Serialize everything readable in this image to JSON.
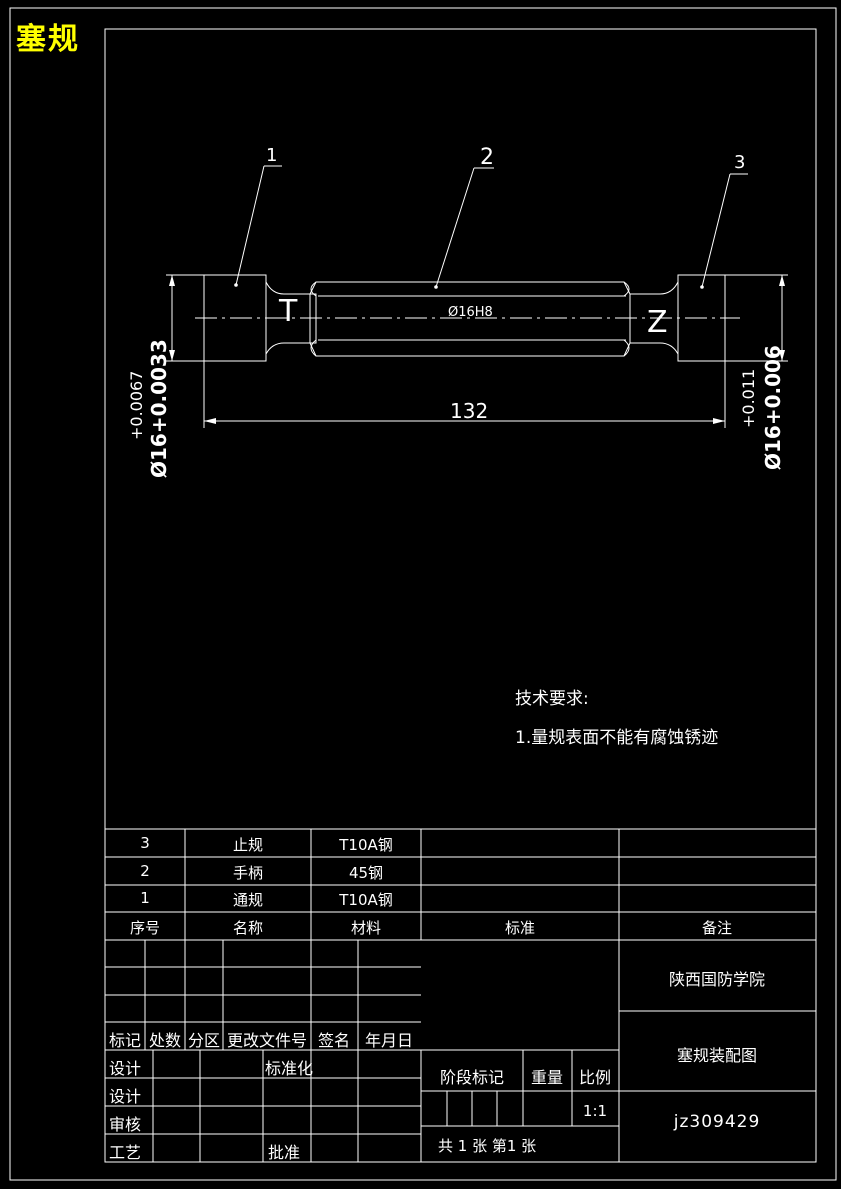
{
  "title_tag": "塞规",
  "drawing": {
    "balloons": [
      "1",
      "2",
      "3"
    ],
    "end_labels": {
      "left": "T",
      "right": "Z"
    },
    "bore_label": "Ø16H8",
    "overall_length": "132",
    "left_tol_upper": "+0.0067",
    "left_dia": "Ø16+0.0033",
    "right_tol_upper": "+0.011",
    "right_dia": "Ø16+0.006"
  },
  "tech_req": {
    "heading": "技术要求:",
    "item1": "1.量规表面不能有腐蚀锈迹"
  },
  "bom": {
    "rows": [
      {
        "no": "3",
        "name": "止规",
        "material": "T10A钢"
      },
      {
        "no": "2",
        "name": "手柄",
        "material": "45钢"
      },
      {
        "no": "1",
        "name": "通规",
        "material": "T10A钢"
      }
    ],
    "headers": {
      "no": "序号",
      "name": "名称",
      "material": "材料",
      "standard": "标准",
      "remark": "备注"
    }
  },
  "title_block": {
    "rev_headers": [
      "标记",
      "处数",
      "分区",
      "更改文件号",
      "签名",
      "年月日"
    ],
    "design1": "设计",
    "design2": "设计",
    "check": "审核",
    "process": "工艺",
    "standardization": "标准化",
    "approve": "批准",
    "stage_mark": "阶段标记",
    "weight": "重量",
    "scale_label": "比例",
    "scale_value": "1:1",
    "sheets": "共 1 张 第1 张",
    "school": "陕西国防学院",
    "drawing_name": "塞规装配图",
    "drawing_code": "jz309429"
  }
}
